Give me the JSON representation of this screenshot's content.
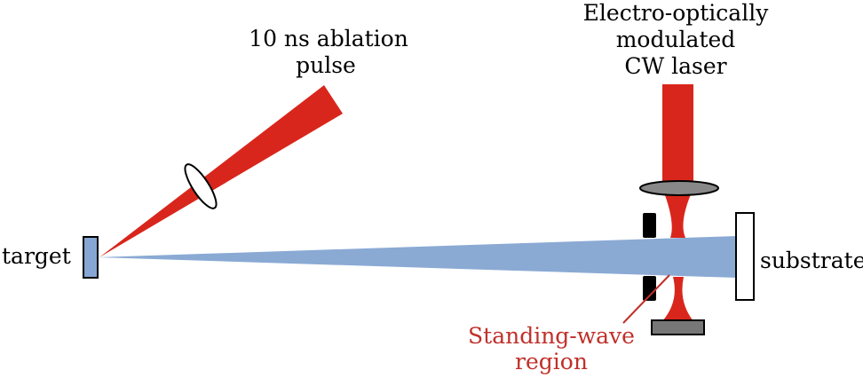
{
  "labels": {
    "ablation_line1": "10 ns ablation",
    "ablation_line2": "pulse",
    "cw_line1": "Electro-optically",
    "cw_line2": "modulated",
    "cw_line3": "CW laser",
    "target": "target",
    "substrate": "substrate",
    "standing_line1": "Standing-wave",
    "standing_line2": "region"
  },
  "colors": {
    "laser_red": "#d9261c",
    "plume_blue": "#8aaad4",
    "target_blue": "#86a7d3",
    "lens_gray": "#888888",
    "mirror_gray": "#777777",
    "aperture_black": "#000000",
    "label_red": "#c0302a"
  }
}
